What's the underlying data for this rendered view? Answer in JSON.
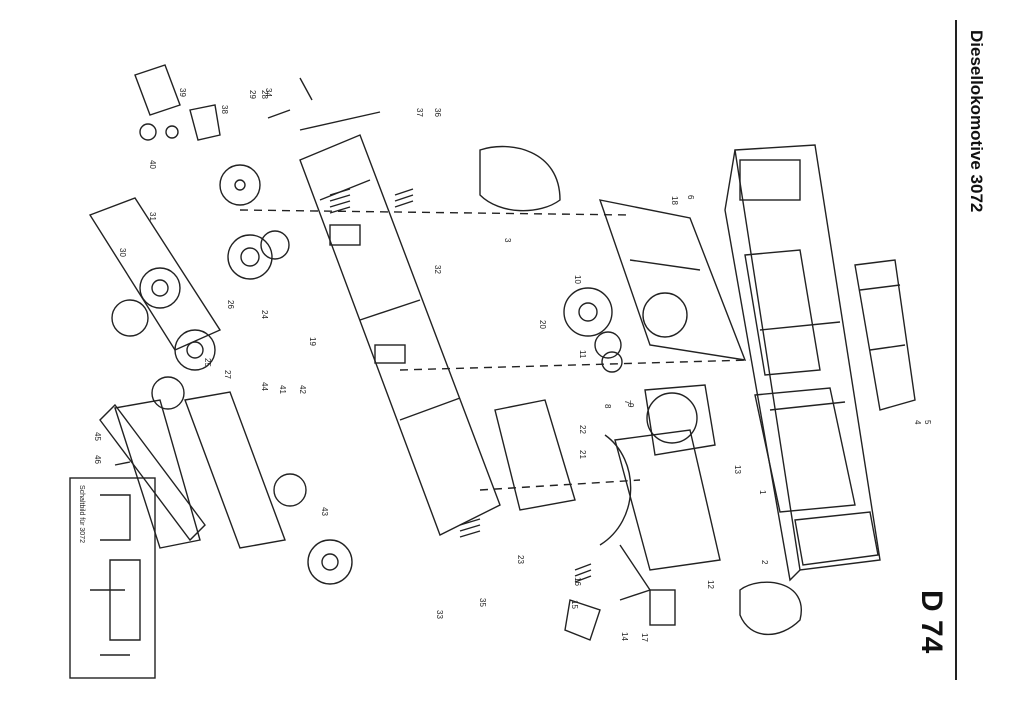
{
  "title": "Diesellokomotive 3072",
  "code": "D 74",
  "schematic_label": "Schaltbild für 3072",
  "part_numbers": [
    "1",
    "2",
    "3",
    "4",
    "5",
    "6",
    "7",
    "8",
    "9",
    "10",
    "11",
    "12",
    "13",
    "14",
    "15",
    "16",
    "17",
    "18",
    "19",
    "20",
    "21",
    "22",
    "23",
    "24",
    "25",
    "26",
    "27",
    "28",
    "29",
    "30",
    "31",
    "32",
    "33",
    "34",
    "35",
    "36",
    "37",
    "38",
    "39",
    "40",
    "41",
    "42",
    "43",
    "44",
    "45",
    "46"
  ],
  "colors": {
    "ink": "#222222",
    "paper": "#ffffff"
  }
}
